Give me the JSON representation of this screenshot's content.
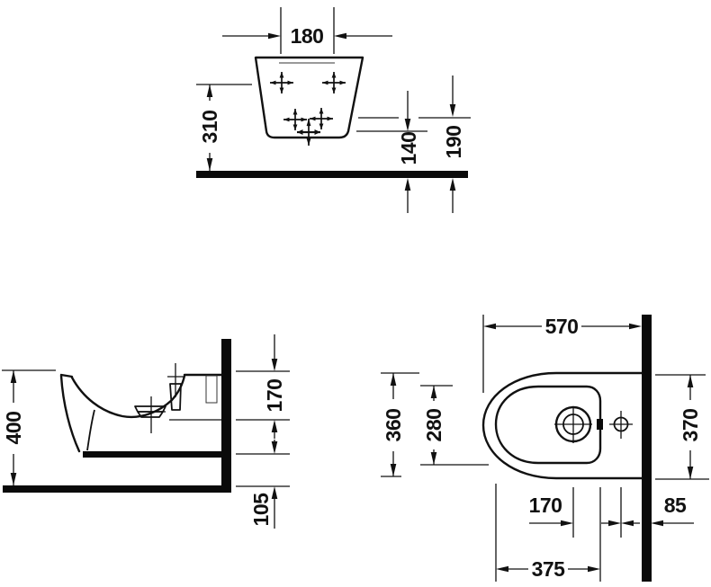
{
  "colors": {
    "ink": "#111111",
    "paper": "#ffffff"
  },
  "front": {
    "d180": "180",
    "d310": "310",
    "d140": "140",
    "d190": "190"
  },
  "side": {
    "d400": "400",
    "d170": "170",
    "d105": "105"
  },
  "top": {
    "d570": "570",
    "d360": "360",
    "d280": "280",
    "d370": "370",
    "d170": "170",
    "d85": "85",
    "d375": "375"
  }
}
